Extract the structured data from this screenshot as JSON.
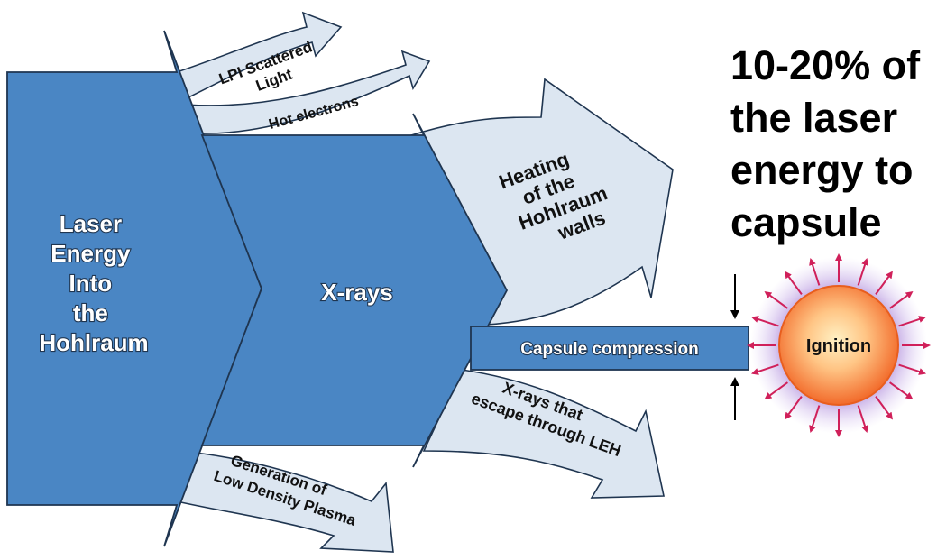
{
  "headline": {
    "lines": [
      "10-20% of",
      "the laser",
      "energy to",
      "capsule"
    ]
  },
  "flows": {
    "laser_energy": [
      "Laser",
      "Energy",
      "Into",
      "the",
      "Hohlraum"
    ],
    "xrays": "X-rays",
    "lpi_scattered_light": [
      "LPI Scattered",
      "Light"
    ],
    "hot_electrons": "Hot electrons",
    "heating_walls": [
      "Heating",
      "of the",
      "Hohlraum",
      "walls"
    ],
    "capsule_compression": "Capsule compression",
    "xrays_escape": [
      "X-rays that",
      "escape through LEH"
    ],
    "low_density_plasma": [
      "Generation of",
      "Low Density Plasma"
    ]
  },
  "capsule": {
    "label": "Ignition"
  },
  "colors": {
    "primary_flow": "#4a86c4",
    "secondary_flow": "#dce6f1",
    "outline": "#1f3550",
    "ray": "#d0205a",
    "glow": "#9b6fd1",
    "capsule_core": "#ffd49a",
    "capsule_rim": "#f2772e"
  }
}
